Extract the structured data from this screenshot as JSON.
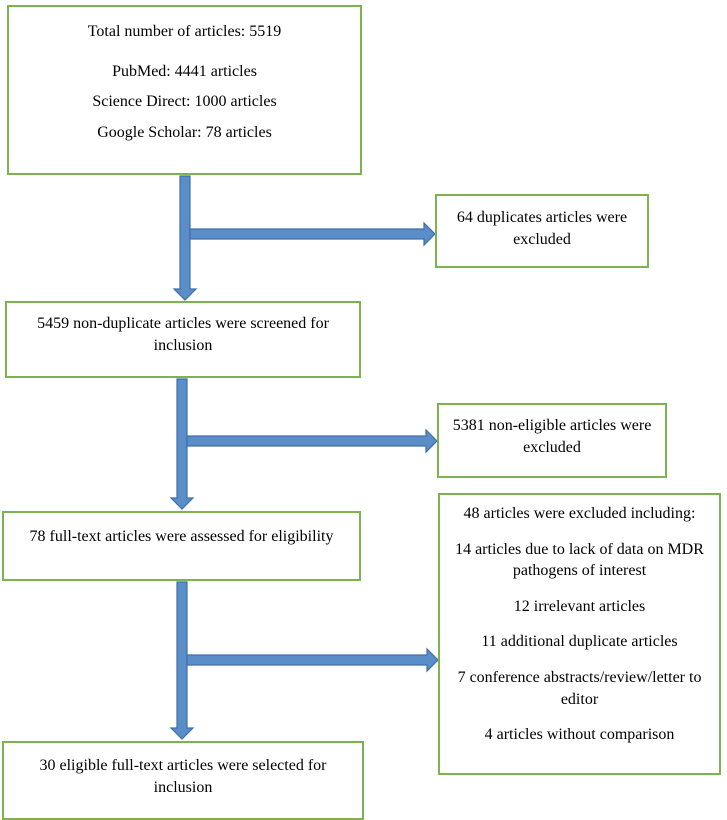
{
  "boxes": {
    "total": {
      "title": "Total number of articles: 5519",
      "sources": [
        "PubMed: 4441 articles",
        "Science Direct: 1000 articles",
        "Google Scholar: 78 articles"
      ]
    },
    "duplicates": "64 duplicates articles were excluded",
    "screened": "5459 non-duplicate articles were screened for inclusion",
    "non_eligible": "5381 non-eligible articles were excluded",
    "assessed": "78 full-text articles were assessed for eligibility",
    "excluded": {
      "title": "48 articles were excluded including:",
      "reasons": [
        "14 articles due to lack of data on MDR pathogens of interest",
        "12 irrelevant articles",
        "11 additional duplicate articles",
        "7 conference abstracts/review/letter to editor",
        "4 articles without comparison"
      ]
    },
    "selected": "30 eligible full-text articles were selected for inclusion"
  },
  "colors": {
    "box_border": "#7cb24f",
    "arrow_fill": "#5b8dc9",
    "arrow_stroke": "#3f6fa8"
  }
}
